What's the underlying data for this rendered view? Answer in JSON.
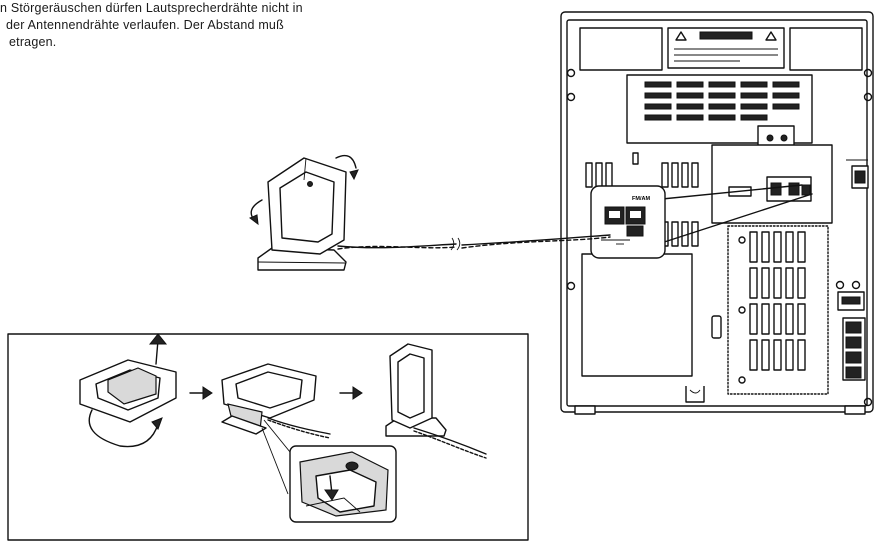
{
  "instruction": {
    "line1": "n Störgeräuschen dürfen Lautsprecherdrähte nicht in",
    "line2": "der Antennendrähte verlaufen. Der Abstand muß",
    "line3": "etragen."
  },
  "figure": {
    "panel_label": "FM/AM"
  },
  "icons": {
    "rotate_arrow": "curved-arrow-icon",
    "step_arrow": "right-arrow-icon",
    "lift_arrow": "up-arrow-icon",
    "warning": "warning-triangle-icon"
  },
  "colors": {
    "ink": "#111111",
    "paper": "#ffffff",
    "device_shade": "#d9d9d9"
  }
}
